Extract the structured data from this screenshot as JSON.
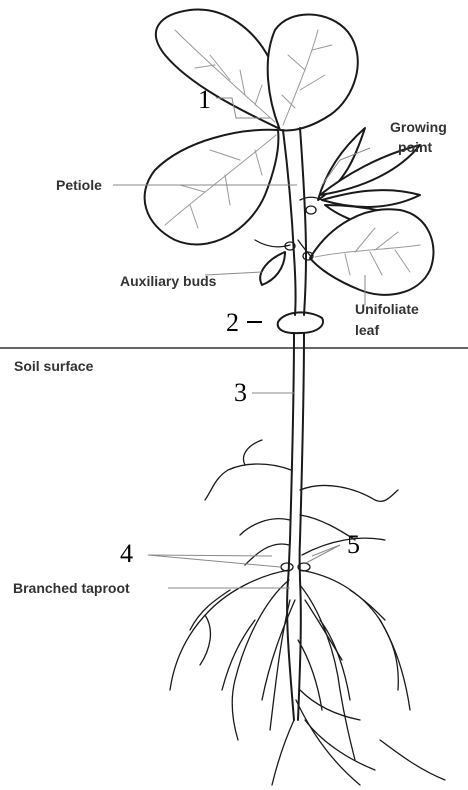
{
  "labels": {
    "growing_point": [
      "Growing",
      "point"
    ],
    "petiole": "Petiole",
    "auxiliary_buds": "Auxiliary buds",
    "unifoliate_leaf": [
      "Unifoliate",
      "leaf"
    ],
    "soil_surface": "Soil surface",
    "branched_taproot": "Branched taproot"
  },
  "numbers": {
    "n1": "1",
    "n2": "2",
    "n3": "3",
    "n4": "4",
    "n5": "5"
  }
}
